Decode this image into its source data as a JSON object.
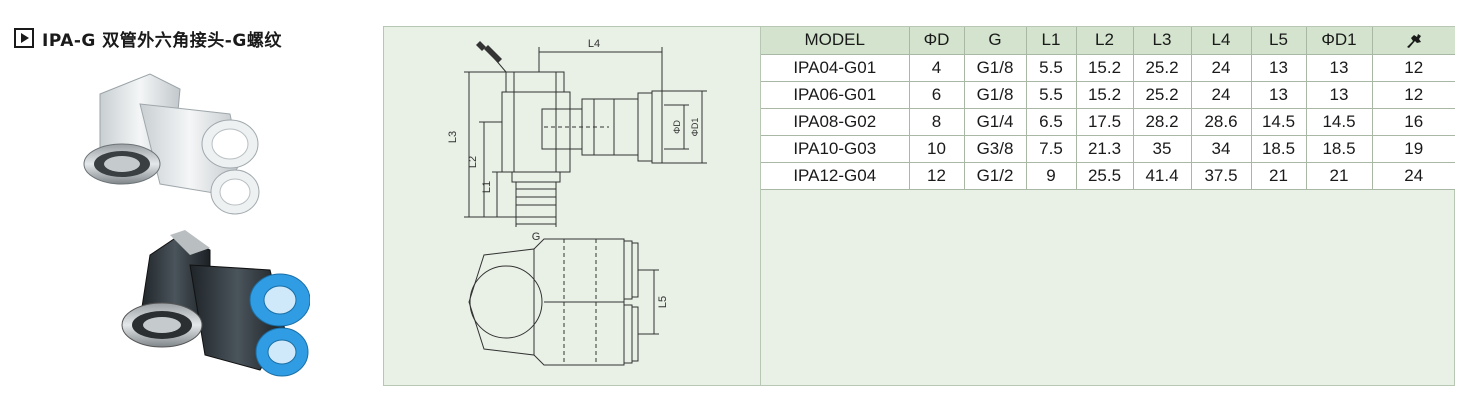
{
  "title": "IPA-G 双管外六角接头-G螺纹",
  "drawing": {
    "labels": {
      "l4": "L4",
      "l3": "L3",
      "l2": "L2",
      "l1": "L1",
      "g": "G",
      "d": "ΦD",
      "d1": "ΦD1",
      "l5": "L5"
    }
  },
  "table": {
    "headers": [
      "MODEL",
      "ΦD",
      "G",
      "L1",
      "L2",
      "L3",
      "L4",
      "L5",
      "ΦD1"
    ],
    "rows": [
      [
        "IPA04-G01",
        "4",
        "G1/8",
        "5.5",
        "15.2",
        "25.2",
        "24",
        "13",
        "13",
        "12"
      ],
      [
        "IPA06-G01",
        "6",
        "G1/8",
        "5.5",
        "15.2",
        "25.2",
        "24",
        "13",
        "13",
        "12"
      ],
      [
        "IPA08-G02",
        "8",
        "G1/4",
        "6.5",
        "17.5",
        "28.2",
        "28.6",
        "14.5",
        "14.5",
        "16"
      ],
      [
        "IPA10-G03",
        "10",
        "G3/8",
        "7.5",
        "21.3",
        "35",
        "34",
        "18.5",
        "18.5",
        "19"
      ],
      [
        "IPA12-G04",
        "12",
        "G1/2",
        "9",
        "25.5",
        "41.4",
        "37.5",
        "21",
        "21",
        "24"
      ]
    ]
  },
  "colors": {
    "panel_bg": "#e9f1e6",
    "header_bg": "#d3e3cd",
    "border": "#a9b8a4",
    "fitting_white": "#e8ebec",
    "fitting_black": "#2c3338",
    "collet_blue": "#2f9ce3"
  }
}
